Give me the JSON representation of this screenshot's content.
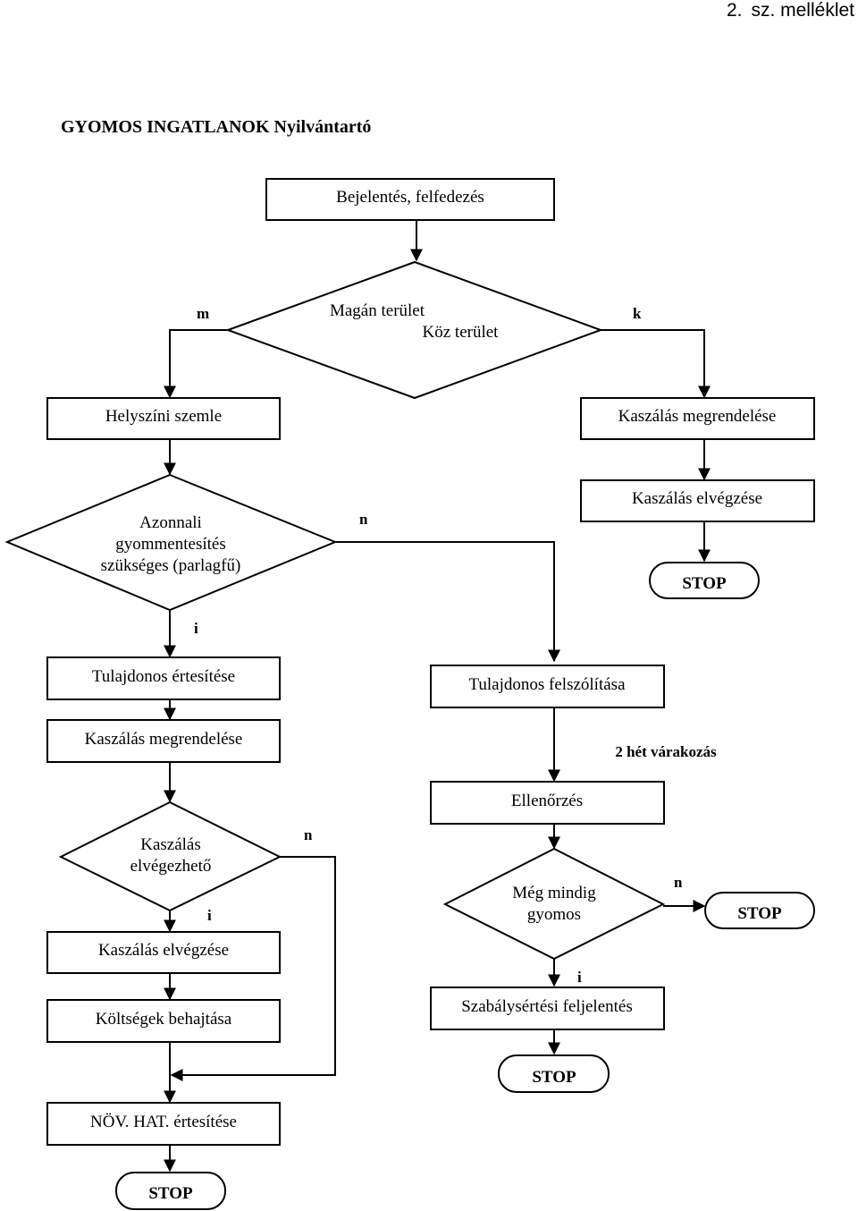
{
  "header": {
    "number": "2.",
    "annex": "sz. melléklet"
  },
  "title": "GYOMOS INGATLANOK Nyilvántartó",
  "nodes": {
    "bejelentes": "Bejelentés, felfedezés",
    "magan": "Magán terület",
    "koz": "Köz terület",
    "helyszini": "Helyszíni szemle",
    "kaszalas_megrendelese_k": "Kaszálás megrendelése",
    "kaszalas_elvegzese_k": "Kaszálás elvégzése",
    "azonnali_1": "Azonnali",
    "azonnali_2": "gyommentesítés",
    "azonnali_3": "szükséges (parlagfű)",
    "tulajdonos_ertesitese": "Tulajdonos értesítése",
    "tulajdonos_felszolitasa": "Tulajdonos felszólítása",
    "kaszalas_megrendelese": "Kaszálás megrendelése",
    "varakozas": "2 hét várakozás",
    "ellenorzes": "Ellenőrzés",
    "elvegezheto_1": "Kaszálás",
    "elvegezheto_2": "elvégezhető",
    "meg_mindig_1": "Még mindig",
    "meg_mindig_2": "gyomos",
    "kaszalas_elvegzese": "Kaszálás elvégzése",
    "szabalysertesi": "Szabálysértési feljelentés",
    "koltsegek": "Költségek behajtása",
    "nov_hat": "NÖV. HAT. értesítése",
    "stop": "STOP"
  },
  "edge_labels": {
    "m": "m",
    "k": "k",
    "n": "n",
    "i": "i"
  }
}
